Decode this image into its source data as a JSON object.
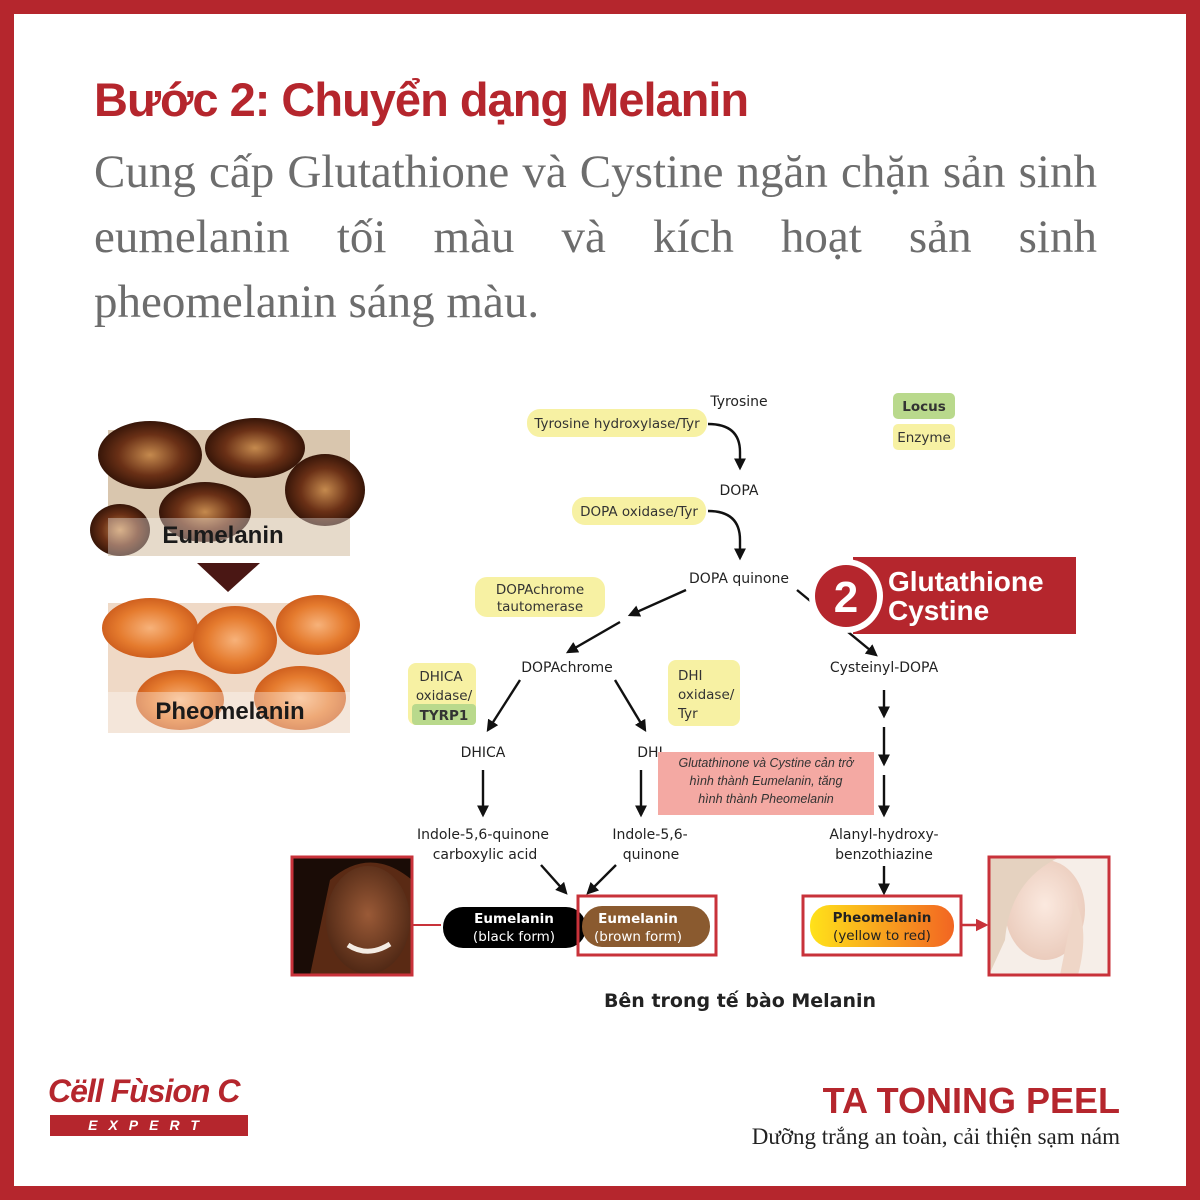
{
  "header": {
    "title": "Bước 2: Chuyển dạng Melanin",
    "description": "Cung cấp Glutathione và Cystine ngăn chặn sản sinh eumelanin tối màu và kích hoạt sản sinh pheomelanin sáng màu."
  },
  "photos": {
    "top_label": "Eumelanin",
    "bottom_label": "Pheomelanin"
  },
  "legend": {
    "locus": "Locus",
    "enzyme": "Enzyme"
  },
  "pathway": {
    "tyrosine": "Tyrosine",
    "enzyme_tyrosine_hydroxylase": "Tyrosine hydroxylase/Tyr",
    "dopa": "DOPA",
    "enzyme_dopa_oxidase": "DOPA oxidase/Tyr",
    "dopa_quinone": "DOPA quinone",
    "enzyme_dopachrome_tautomerase": [
      "DOPAchrome",
      "tautomerase"
    ],
    "dopachrome": "DOPAchrome",
    "enzyme_dhica_oxidase": [
      "DHICA",
      "oxidase/"
    ],
    "locus_tyrp1": "TYRP1",
    "enzyme_dhi_oxidase": [
      "DHI",
      "oxidase/",
      "Tyr"
    ],
    "dhica": "DHICA",
    "dhi": "DHI",
    "indole_carboxylic": [
      "Indole-5,6-quinone",
      "carboxylic acid"
    ],
    "indole_quinone": [
      "Indole-5,6-",
      "quinone"
    ],
    "cysteinyl_dopa": "Cysteinyl-DOPA",
    "alanyl": [
      "Alanyl-hydroxy-",
      "benzothiazine"
    ],
    "eumelanin_black": [
      "Eumelanin",
      "(black form)"
    ],
    "eumelanin_brown": [
      "Eumelanin",
      "(brown form)"
    ],
    "pheomelanin": [
      "Pheomelanin",
      "(yellow to red)"
    ]
  },
  "callout": {
    "step_number": "2",
    "line1": "Glutathione",
    "line2": "Cystine"
  },
  "note": [
    "Glutathinone và Cystine cản trở",
    "hình thành Eumelanin, tăng",
    "hình thành Pheomelanin"
  ],
  "caption": "Bên trong tế bào Melanin",
  "brand": {
    "name": "Cell Fusion C",
    "name_display": "Cëll Fùsion C",
    "sub": "EXPERT"
  },
  "product": {
    "name": "TA TONING PEEL",
    "tagline": "Dưỡng trắng an toàn, cải thiện sạm nám"
  },
  "colors": {
    "brand_red": "#b5262d",
    "enzyme_yellow": "#f7f1a3",
    "locus_green": "#b9d98c",
    "note_pink": "#f4a9a3",
    "eumelanin_black": "#000000",
    "eumelanin_brown": "#8a5a2f",
    "pheomelanin_gradient": [
      "#ffe21a",
      "#f26522"
    ]
  }
}
